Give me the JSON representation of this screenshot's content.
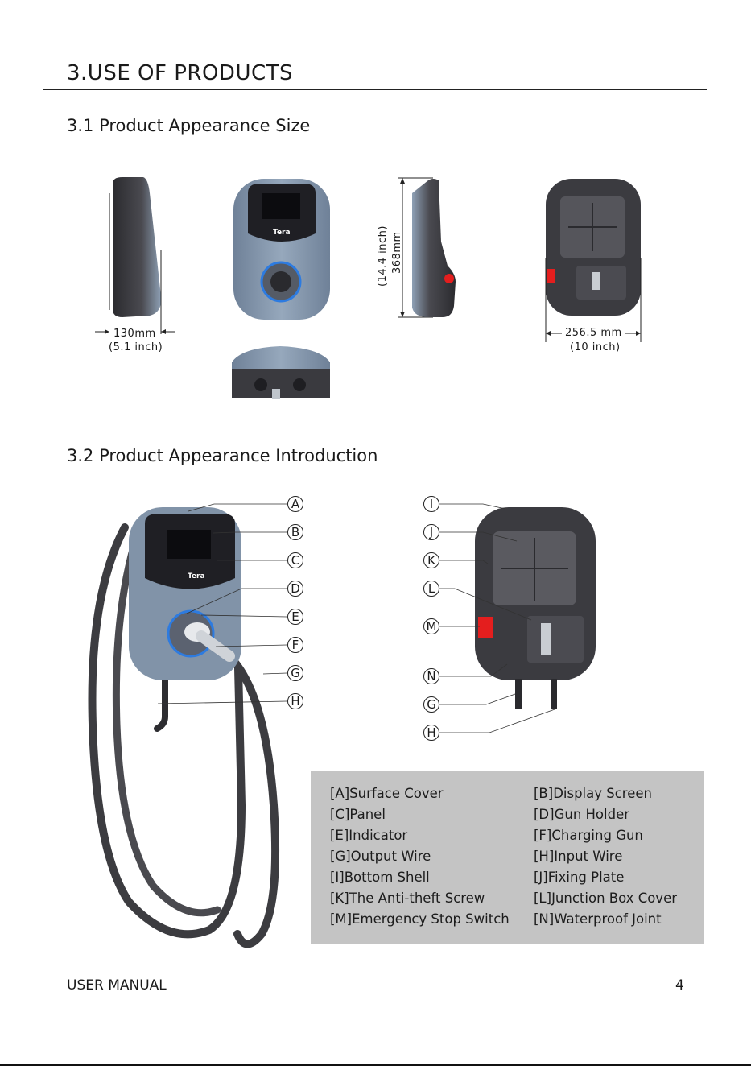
{
  "section_title": "3.USE OF PRODUCTS",
  "subsection_size": "3.1 Product Appearance Size",
  "subsection_intro": "3.2 Product Appearance Introduction",
  "brand": "Tera",
  "dimensions": {
    "depth_mm": "130mm",
    "depth_inch": "(5.1 inch)",
    "height_mm": "368mm",
    "height_inch": "(14.4 inch)",
    "width_mm_value": "256.5",
    "width_mm_unit": "mm",
    "width_inch": "(10 inch)"
  },
  "front_callouts": [
    "A",
    "B",
    "C",
    "D",
    "E",
    "F",
    "G",
    "H"
  ],
  "back_callouts": [
    "I",
    "J",
    "K",
    "L",
    "M",
    "N",
    "G",
    "H"
  ],
  "legend": [
    {
      "left": "[A]Surface Cover",
      "right": "[B]Display Screen"
    },
    {
      "left": "[C]Panel",
      "right": "[D]Gun Holder"
    },
    {
      "left": "[E]Indicator",
      "right": "[F]Charging Gun"
    },
    {
      "left": "[G]Output Wire",
      "right": "[H]Input Wire"
    },
    {
      "left": "[I]Bottom Shell",
      "right": "[J]Fixing Plate"
    },
    {
      "left": "[K]The Anti-theft Screw",
      "right": "[L]Junction Box Cover"
    },
    {
      "left": "[M]Emergency Stop Switch",
      "right": "[N]Waterproof Joint"
    }
  ],
  "footer": {
    "left": "USER MANUAL",
    "page": "4"
  },
  "colors": {
    "shell": "#8193a8",
    "panel": "#1f1f24",
    "dark_shell": "#3b3b40",
    "ring": "#2d7be0",
    "stop": "#e41e1e",
    "legend_bg": "#c4c4c4"
  }
}
